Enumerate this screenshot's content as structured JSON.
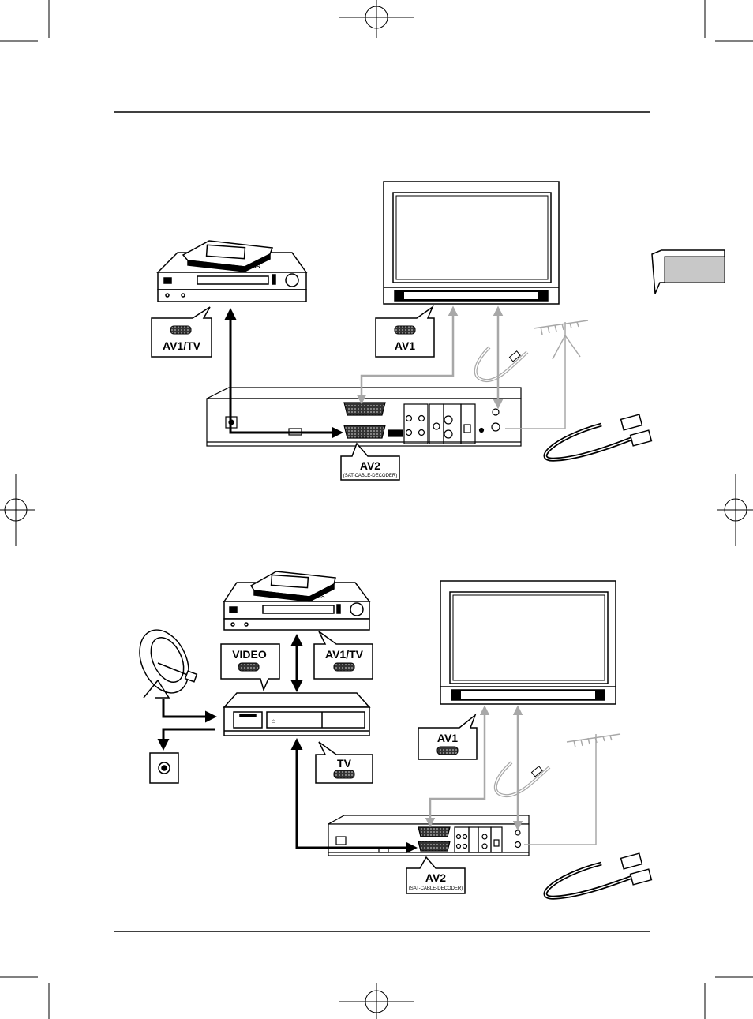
{
  "diagram1": {
    "labels": {
      "vcr": "AV1/TV",
      "tv": "AV1",
      "decoder_main": "AV2",
      "decoder_sub": "(SAT-CABLE-DECODER)"
    },
    "cassette": "VHS"
  },
  "diagram2": {
    "labels": {
      "video": "VIDEO",
      "vcr": "AV1/TV",
      "tv_out": "TV",
      "tv": "AV1",
      "decoder_main": "AV2",
      "decoder_sub": "(SAT-CABLE-DECODER)"
    },
    "cassette": "VHS"
  },
  "colors": {
    "ink": "#000000",
    "grey_arrow": "#a8a8a8",
    "tab_fill": "#c8c8c8"
  },
  "icons": [
    "registration-mark-icon",
    "antenna-icon",
    "satellite-dish-icon",
    "scart-cable-icon",
    "coax-cable-icon",
    "wall-socket-icon"
  ]
}
